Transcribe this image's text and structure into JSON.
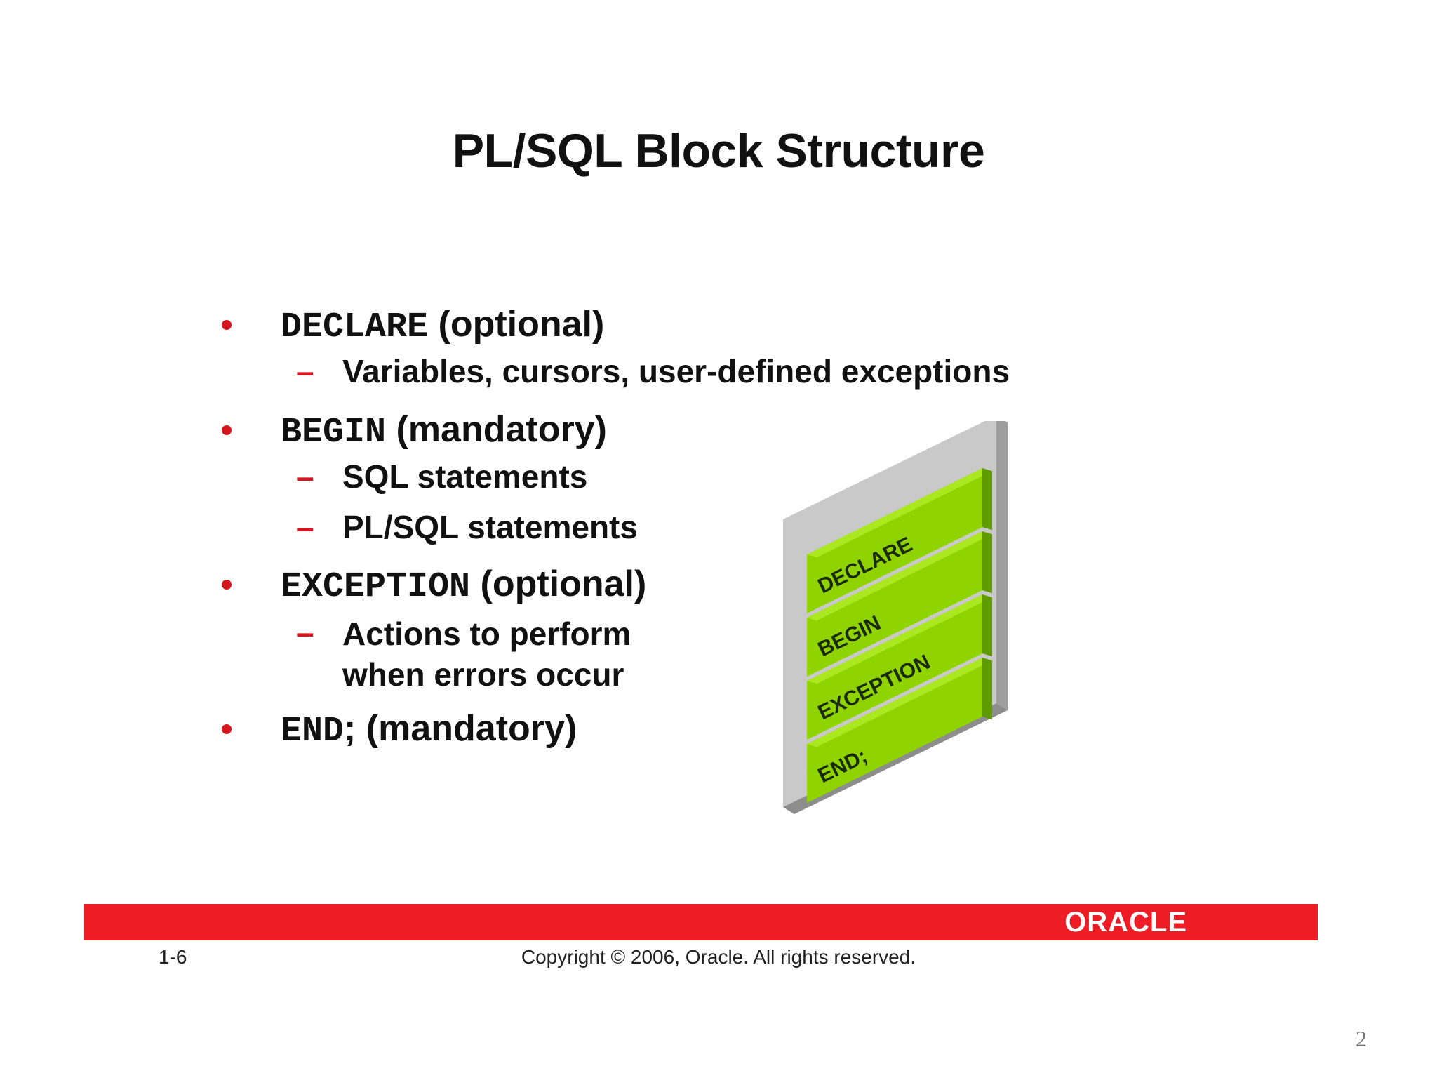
{
  "slide": {
    "title": "PL/SQL Block Structure",
    "bullets": [
      {
        "keyword": "DECLARE",
        "note": "(optional)",
        "subitems": [
          "Variables, cursors, user-defined exceptions"
        ]
      },
      {
        "keyword": "BEGIN",
        "note": "(mandatory)",
        "subitems": [
          "SQL statements",
          "PL/SQL statements"
        ]
      },
      {
        "keyword": "EXCEPTION",
        "note": "(optional)",
        "subitems_lines": [
          "Actions to perform",
          "when errors occur"
        ]
      },
      {
        "keyword": "END",
        "punct": ";",
        "note": "(mandatory)"
      }
    ],
    "bullet_marker": "•",
    "dash_marker": "–",
    "diagram": {
      "blocks": [
        {
          "label": "DECLARE",
          "dots": "..."
        },
        {
          "label": "BEGIN",
          "dots": "..."
        },
        {
          "label": "EXCEPTION",
          "dots": "..."
        },
        {
          "label": "END;",
          "dots": ""
        }
      ],
      "colors": {
        "block_face": "#8fd400",
        "block_top": "#b6ef2a",
        "block_side": "#5e9a00",
        "panel_face": "#c9c9c9",
        "panel_edge": "#9e9e9e"
      }
    }
  },
  "footer": {
    "brand": "ORACLE",
    "page_code": "1-6",
    "copyright": "Copyright © 2006, Oracle.  All rights reserved.",
    "bar_color": "#ee1c24"
  },
  "slide_number": "2"
}
